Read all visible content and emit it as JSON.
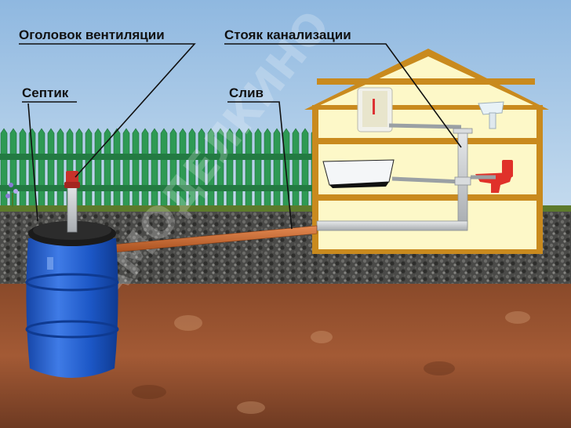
{
  "labels": {
    "vent_head": "Оголовок вентиляции",
    "riser": "Стояк канализации",
    "septic": "Септик",
    "drain": "Слив"
  },
  "watermark": "САМОДЕЛКИНО",
  "colors": {
    "sky": "#a9c8e6",
    "fence": "#2e9a54",
    "house_wall": "#fdf8c8",
    "house_frame": "#c98a1e",
    "barrel": "#1c57c6",
    "drain_pipe": "#c8652b",
    "sewer_pipe": "#cfd2d4",
    "toilet": "#e0312a"
  }
}
